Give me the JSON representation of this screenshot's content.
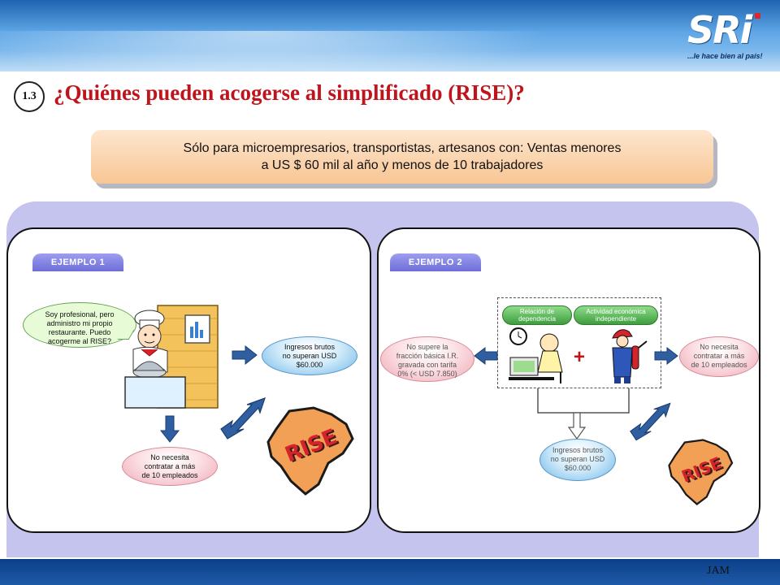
{
  "header": {
    "logo_text": "SRi",
    "slogan": "...le hace bien al país!"
  },
  "section": {
    "number": "1.3",
    "title": "¿Quiénes pueden acogerse al simplificado (RISE)?"
  },
  "banner": {
    "line1": "Sólo para microempresarios, transportistas, artesanos con: Ventas menores",
    "line2": "a US $ 60 mil al año y menos de 10 trabajadores"
  },
  "example1": {
    "tab": "EJEMPLO 1",
    "speech": [
      "Soy profesional, pero",
      "administro mi propio",
      "restaurante. Puedo",
      "acogerme al RISE?"
    ],
    "income": [
      "Ingresos brutos",
      "no superan USD",
      "$60.000"
    ],
    "employees": [
      "No necesita",
      "contratar a más",
      "de 10 empleados"
    ],
    "rise_label": "RISE"
  },
  "example2": {
    "tab": "EJEMPLO 2",
    "pill_dependencia": [
      "Relación de",
      "dependencia"
    ],
    "pill_independiente": [
      "Actividad económica",
      "independiente"
    ],
    "ir_note": [
      "No supere la",
      "fracción básica I.R.",
      "gravada con tarifa",
      "0% (< USD 7.850)"
    ],
    "employees": [
      "No necesita",
      "contratar a más",
      "de 10 empleados"
    ],
    "income": [
      "Ingresos brutos",
      "no superan USD",
      "$60.000"
    ],
    "plus": "+",
    "rise_label": "RISE"
  },
  "footer": {
    "author": "JAM"
  },
  "colors": {
    "title_red": "#c0141c",
    "panel_lavender": "#c4c4ee",
    "tab_purple": "#6e6ed8",
    "arrow_blue": "#2f5fa0",
    "map_orange": "#f1a055",
    "rise_red": "#d4232a"
  }
}
